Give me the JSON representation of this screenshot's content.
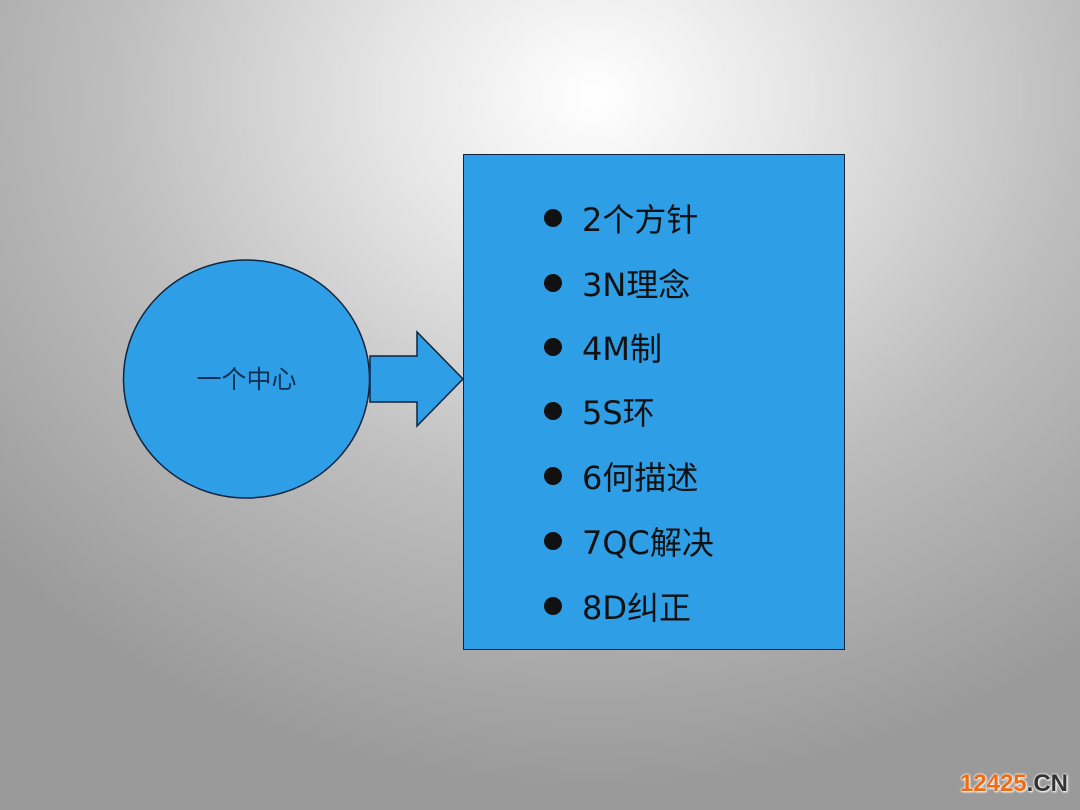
{
  "center": {
    "label": "一个中心"
  },
  "items": [
    {
      "label": "2个方针"
    },
    {
      "label": "3N理念"
    },
    {
      "label": "4M制"
    },
    {
      "label": "5S环"
    },
    {
      "label": "6何描述"
    },
    {
      "label": "7QC解决"
    },
    {
      "label": "8D纠正"
    }
  ],
  "watermark": {
    "number": "12425",
    "domain": ".CN"
  },
  "colors": {
    "shape_fill": "#2e9fe6",
    "outline": "#10243d",
    "watermark_orange": "#f36a14"
  }
}
